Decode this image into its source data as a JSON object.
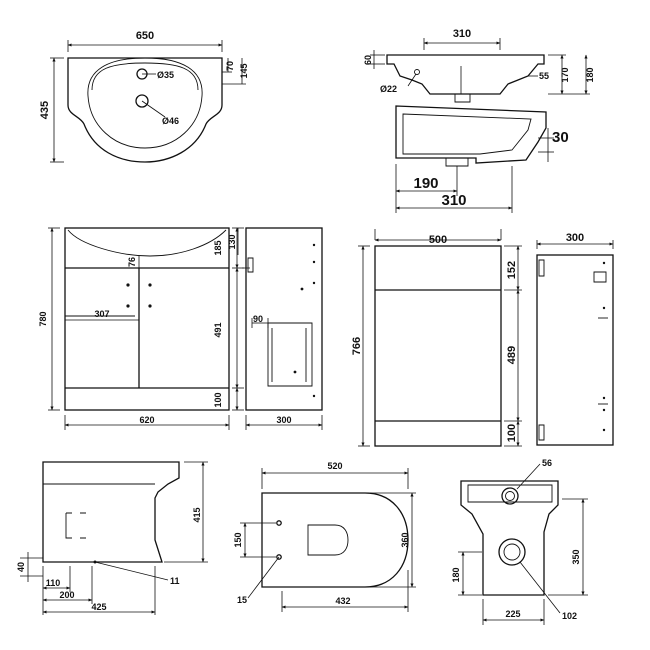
{
  "colors": {
    "line": "#111111",
    "background": "#ffffff"
  },
  "basin_plan": {
    "width": "650",
    "depth": "435",
    "rim": "70",
    "back_to_hole": "145",
    "tap_hole": "Ø35",
    "waste_hole": "Ø46"
  },
  "basin_elevation": {
    "bowl_width": "310",
    "back_height": "60",
    "front_depth": "55",
    "height_a": "170",
    "height_b": "180",
    "overflow": "Ø22"
  },
  "basin_section": {
    "lip": "30",
    "waste_offset": "190",
    "bowl_width": "310"
  },
  "vanity_620": {
    "height": "780",
    "top_gap": "185",
    "door_offset": "76",
    "drawer_width": "307",
    "door_height": "491",
    "plinth": "100",
    "width": "620",
    "side_top": "130",
    "depth": "300",
    "shelf_offset": "90"
  },
  "vanity_500": {
    "width": "500",
    "height": "766",
    "top": "152",
    "door": "489",
    "plinth": "100",
    "depth": "300"
  },
  "wc_side": {
    "height": "415",
    "floor": "40",
    "outlet_a": "110",
    "outlet_b": "200",
    "projection": "425",
    "fixing": "11"
  },
  "wc_plan": {
    "width": "520",
    "seat_offset": "150",
    "depth": "360",
    "pan_length": "432",
    "fixing": "15"
  },
  "wc_rear": {
    "inlet": "56",
    "outlet_height": "350",
    "outlet_low": "180",
    "width": "225",
    "outlet_dia": "102"
  }
}
